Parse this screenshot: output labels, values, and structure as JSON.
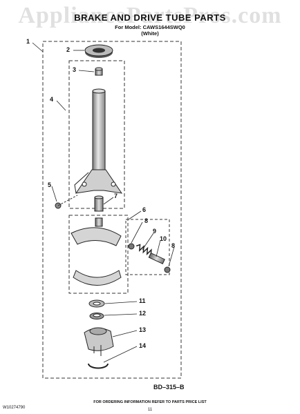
{
  "watermark": "AppliancePartsPros.com",
  "header": {
    "title": "BRAKE AND DRIVE TUBE PARTS",
    "model_line": "For Model: CAWS1644SWQ0",
    "color_line": "(White)"
  },
  "callouts": [
    "1",
    "2",
    "3",
    "4",
    "5",
    "7",
    "6",
    "8",
    "9",
    "10",
    "8",
    "11",
    "12",
    "13",
    "14"
  ],
  "diagram_code": "BD–315–B",
  "footer": {
    "order_info": "FOR ORDERING INFORMATION REFER TO PARTS PRICE LIST",
    "page_number": "11",
    "document_number": "W10274790"
  }
}
